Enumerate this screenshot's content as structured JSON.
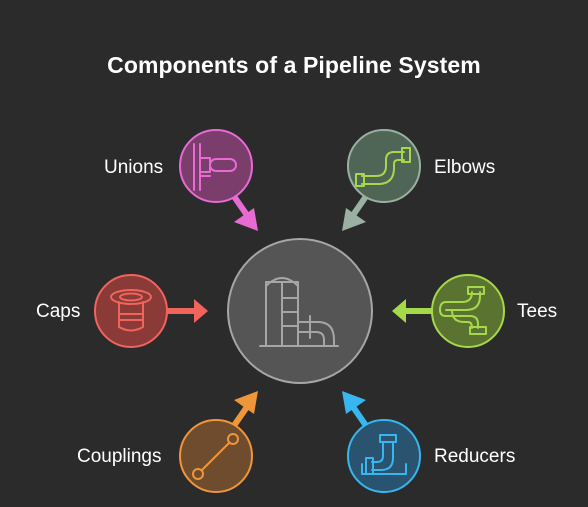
{
  "title": "Components of a Pipeline System",
  "center": {
    "icon": "industrial-pipeline-icon",
    "fill": "#555555",
    "stroke": "#a6a6a6"
  },
  "components": [
    {
      "id": "unions",
      "label": "Unions",
      "color": "#e86ad3",
      "fill": "#7a3d6c",
      "icon": "union-fitting-icon"
    },
    {
      "id": "elbows",
      "label": "Elbows",
      "color": "#9ab0a0",
      "fill": "#4f6556",
      "icon": "elbow-pipe-icon"
    },
    {
      "id": "caps",
      "label": "Caps",
      "color": "#f0645c",
      "fill": "#8a3b37",
      "icon": "pipe-cap-icon"
    },
    {
      "id": "tees",
      "label": "Tees",
      "color": "#a6d94a",
      "fill": "#5b7330",
      "icon": "tee-pipe-icon"
    },
    {
      "id": "couplings",
      "label": "Couplings",
      "color": "#f0963a",
      "fill": "#6e4c2d",
      "icon": "coupling-icon"
    },
    {
      "id": "reducers",
      "label": "Reducers",
      "color": "#38b6f0",
      "fill": "#29536f",
      "icon": "reducer-icon"
    }
  ]
}
